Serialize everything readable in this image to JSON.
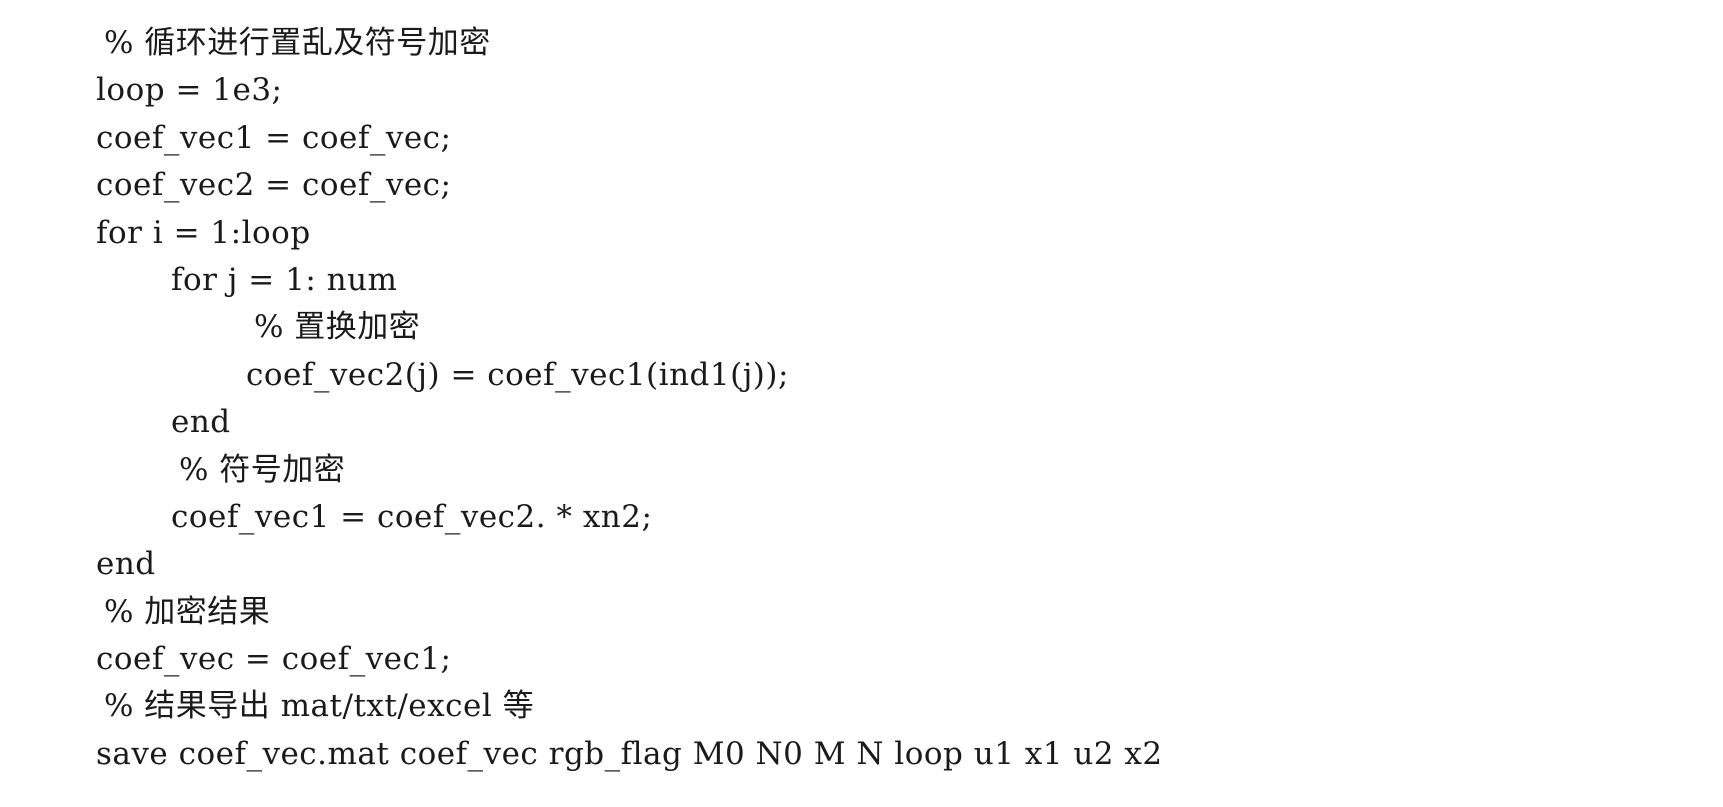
{
  "code": {
    "lines": [
      "% 循环进行置乱及符号加密",
      "loop = 1e3;",
      "coef_vec1 = coef_vec;",
      "coef_vec2 = coef_vec;",
      "for i = 1:loop",
      "for j = 1: num",
      "% 置换加密",
      "coef_vec2(j) = coef_vec1(ind1(j));",
      "end",
      "% 符号加密",
      "coef_vec1 = coef_vec2. * xn2;",
      "end",
      "% 加密结果",
      "coef_vec = coef_vec1;",
      "% 结果导出 mat/txt/excel 等",
      "save coef_vec.mat coef_vec rgb_flag M0 N0 M N loop u1 x1 u2 x2"
    ]
  }
}
